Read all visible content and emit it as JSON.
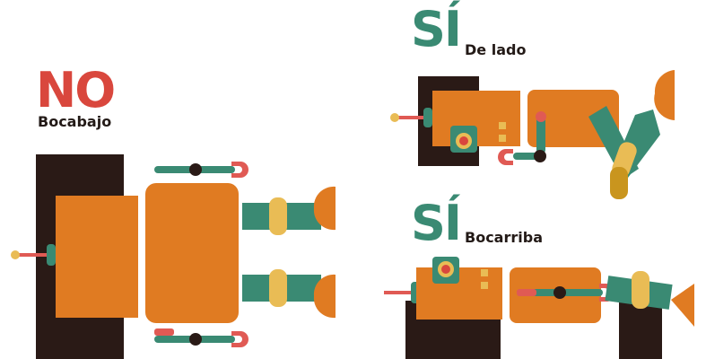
{
  "panels": {
    "no": {
      "title": "NO",
      "subtitle": "Bocabajo"
    },
    "si_side": {
      "title": "SÍ",
      "subtitle": "De lado"
    },
    "si_back": {
      "title": "SÍ",
      "subtitle": "Bocarriba"
    }
  },
  "colors": {
    "no_red": "#d9473d",
    "si_green": "#3a8a73",
    "orange": "#e07b22",
    "teal": "#3a8a73",
    "yellow": "#e9bc55",
    "dark": "#2a1a16",
    "coral": "#e05a54"
  }
}
